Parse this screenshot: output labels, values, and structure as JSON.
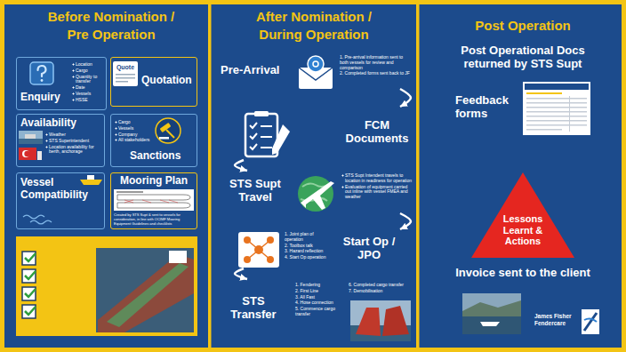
{
  "diagram": {
    "nodes": [
      {
        "text": [
          "Enquiry",
          "Location",
          "Cargo",
          "Quantity to transfer",
          "Date",
          "Vessels",
          "HSSE"
        ]
      },
      {
        "text": [
          "Quotation"
        ]
      },
      {
        "text": [
          "Availability",
          "Weather",
          "STS Superintendent",
          "Location availability for berth, anchorage"
        ]
      },
      {
        "text": [
          "Cargo",
          "Vessels",
          "Company",
          "All stakeholders",
          "Sanctions"
        ]
      },
      {
        "text": [
          "Vessel Compatibility"
        ]
      },
      {
        "text": [
          "Mooring Plan",
          "Created by STS Supt & sent to vessels for consideration, in line with OCIMF Mooring Equipment Guidelines and checklists"
        ]
      },
      {
        "text": [
          "Pre-Arrival",
          "1. Pre-arrival information sent to both vessels for review and comparison",
          "2. Completed forms sent back to JF"
        ]
      },
      {
        "text": [
          "FCM Documents"
        ]
      },
      {
        "text": [
          "STS Supt Travel",
          "STS Supt Intendent travels to location in readiness for operation",
          "Evaluation of equipment carried out inline with vessel FMEA and weather"
        ]
      },
      {
        "text": [
          "1. Joint plan of operation",
          "2. Toolbox talk",
          "3. Hazard reflection",
          "4. Start Op operation",
          "Start Op / JPO"
        ]
      },
      {
        "text": [
          "STS Transfer",
          "1. Fendering",
          "2. First Line",
          "3. All Fast",
          "4. Hose connection",
          "5. Commence cargo transfer",
          "6. Completed cargo transfer",
          "7. Demobilisation"
        ]
      },
      {
        "text": [
          "Lessons Learnt & Actions"
        ]
      }
    ],
    "edges": [
      {
        "from": 6,
        "to": 7,
        "arrow": "to"
      },
      {
        "from": 7,
        "to": 8,
        "arrow": "to"
      },
      {
        "from": 8,
        "to": 9,
        "arrow": "to"
      },
      {
        "from": 9,
        "to": 10,
        "arrow": "to"
      }
    ],
    "labels": [
      "Before Nomination / Pre Operation",
      "After Nomination / During Operation",
      "Post Operation",
      "Quote",
      "Post Operational Docs returned by STS Supt",
      "Feedback forms",
      "Invoice sent to the client",
      "James Fisher Fendercare"
    ]
  }
}
